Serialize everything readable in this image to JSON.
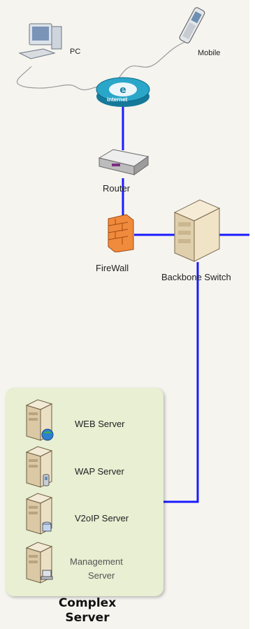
{
  "nodes": {
    "pc": "PC",
    "mobile": "Mobile",
    "internet": "internet",
    "router": "Router",
    "firewall": "FireWall",
    "backbone": "Backbone Switch"
  },
  "complex_server": {
    "caption_line1": "Complex",
    "caption_line2": "Server",
    "servers": [
      {
        "label": "WEB Server"
      },
      {
        "label": "WAP Server"
      },
      {
        "label": "V2oIP Server"
      },
      {
        "label_line1": "Management",
        "label_line2": "Server"
      }
    ]
  },
  "colors": {
    "link": "#1a1aff",
    "panel": "#e8efd2",
    "firewall": "#f08a3c",
    "server_body": "#e9dcc0"
  },
  "icons": [
    "pc-icon",
    "mobile-phone-icon",
    "internet-globe-icon",
    "router-icon",
    "firewall-icon",
    "backbone-switch-icon",
    "server-icon"
  ]
}
